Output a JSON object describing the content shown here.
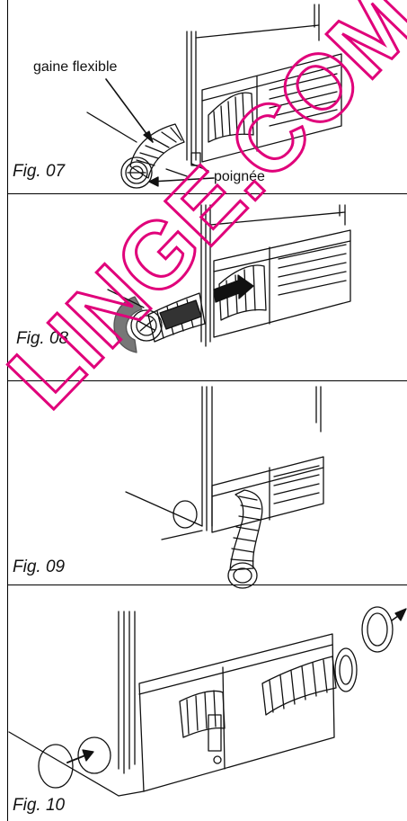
{
  "figures": [
    {
      "caption": "Fig. 07",
      "callouts": [
        "gaine flexible",
        "poignée"
      ]
    },
    {
      "caption": "Fig. 08"
    },
    {
      "caption": "Fig. 09"
    },
    {
      "caption": "Fig. 10"
    }
  ],
  "watermark": {
    "text": "LINGE.COM",
    "color": "#e0007a"
  }
}
